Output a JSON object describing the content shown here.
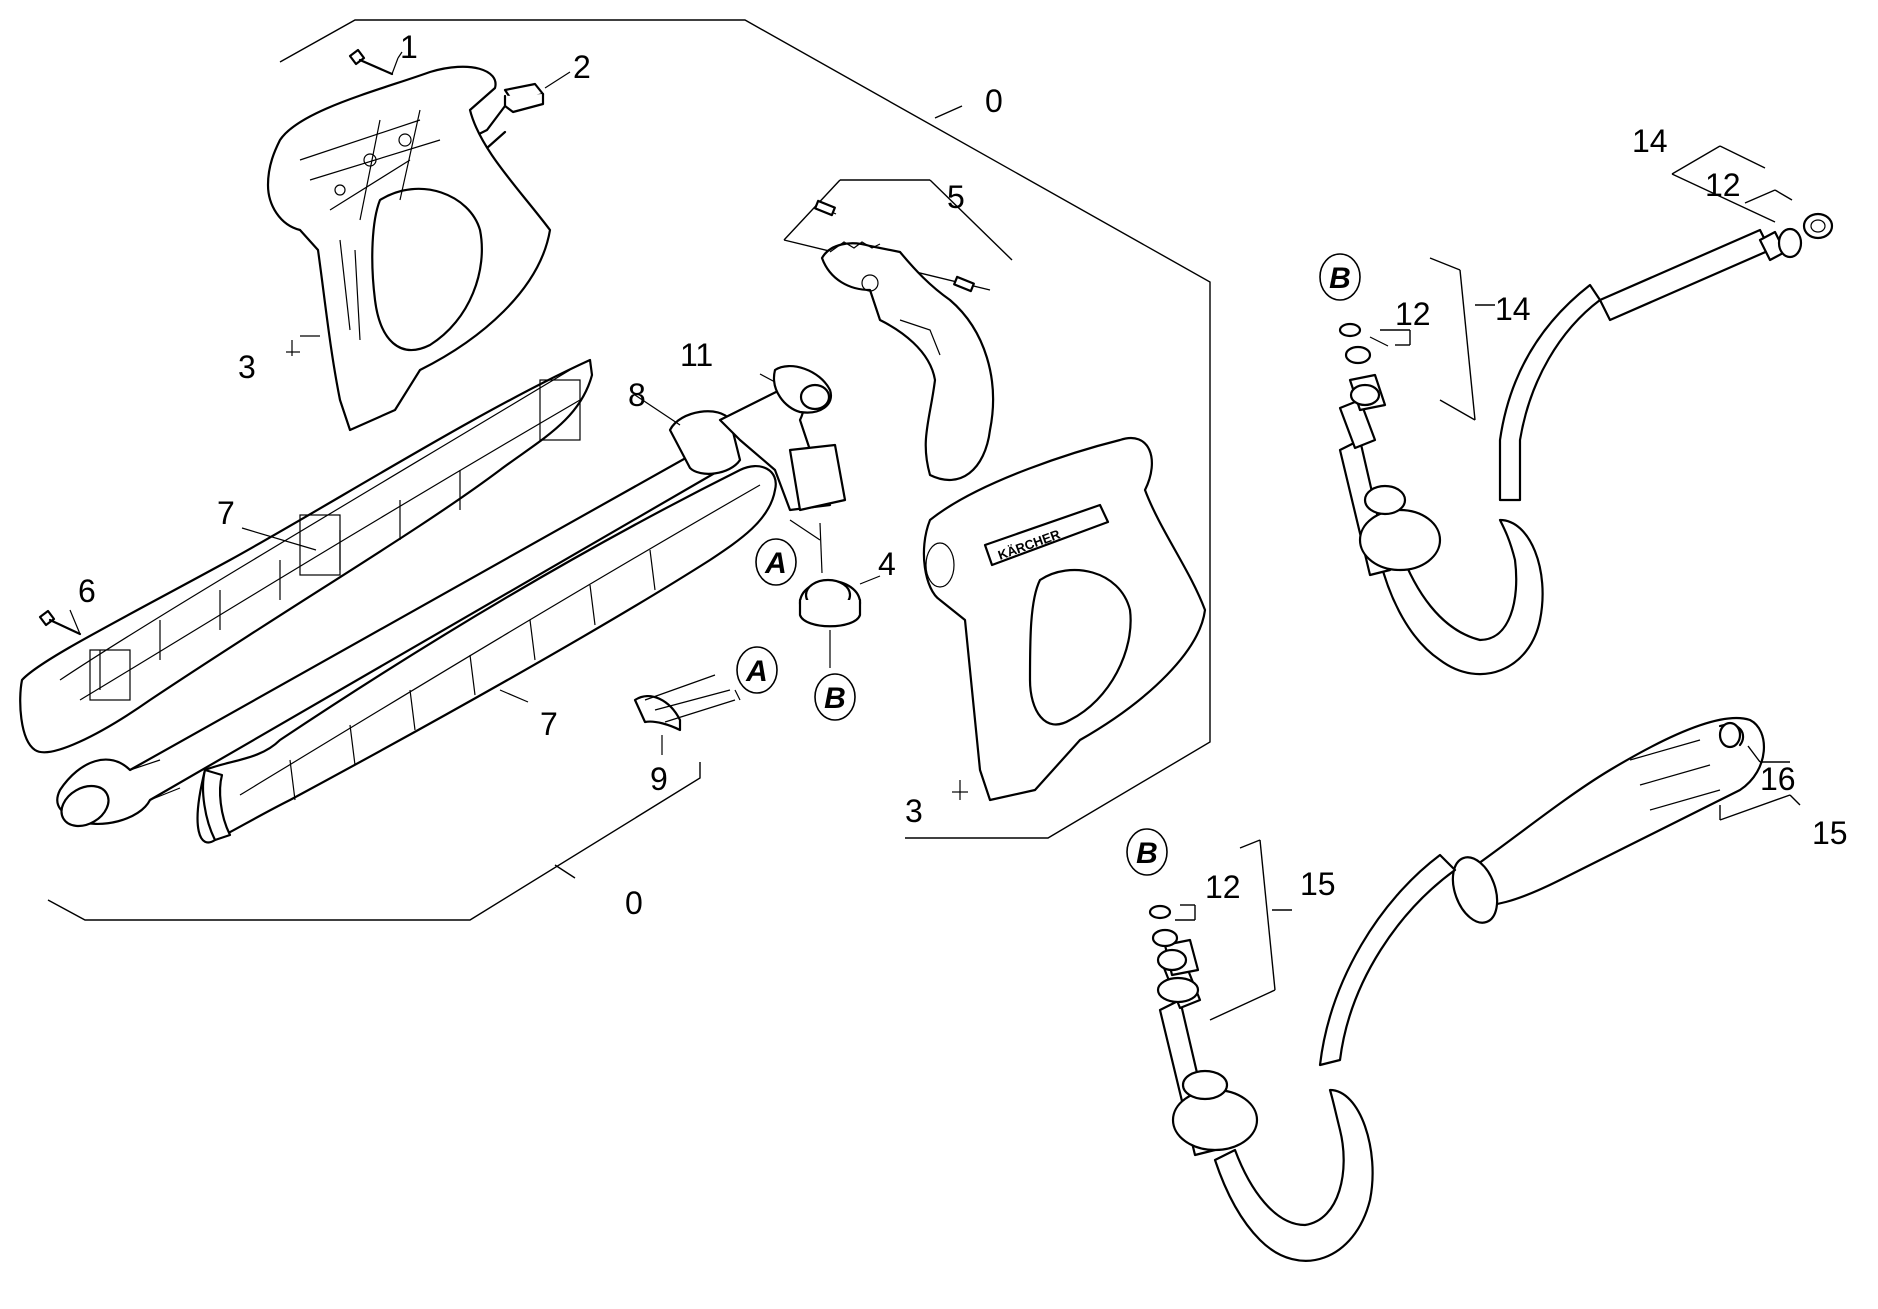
{
  "diagram": {
    "background": "#ffffff",
    "line_color": "#000000",
    "brand_text": "KÄRCHER",
    "labels": {
      "l0_top": "0",
      "l0_bottom": "0",
      "l1": "1",
      "l2": "2",
      "l3_left": "3",
      "l3_right": "3",
      "l4": "4",
      "l5": "5",
      "l6": "6",
      "l7_upper": "7",
      "l7_lower": "7",
      "l8": "8",
      "l9": "9",
      "l11": "11",
      "l12_top_right": "12",
      "l12_mid": "12",
      "l12_bottom": "12",
      "l14_top": "14",
      "l14_mid": "14",
      "l15_bottom_mid": "15",
      "l15_bottom_right": "15",
      "l16": "16"
    },
    "refs": {
      "a_connector": "A",
      "a_clip": "A",
      "b_ring": "B",
      "b_hose_top": "B",
      "b_hose_bottom": "B"
    }
  }
}
